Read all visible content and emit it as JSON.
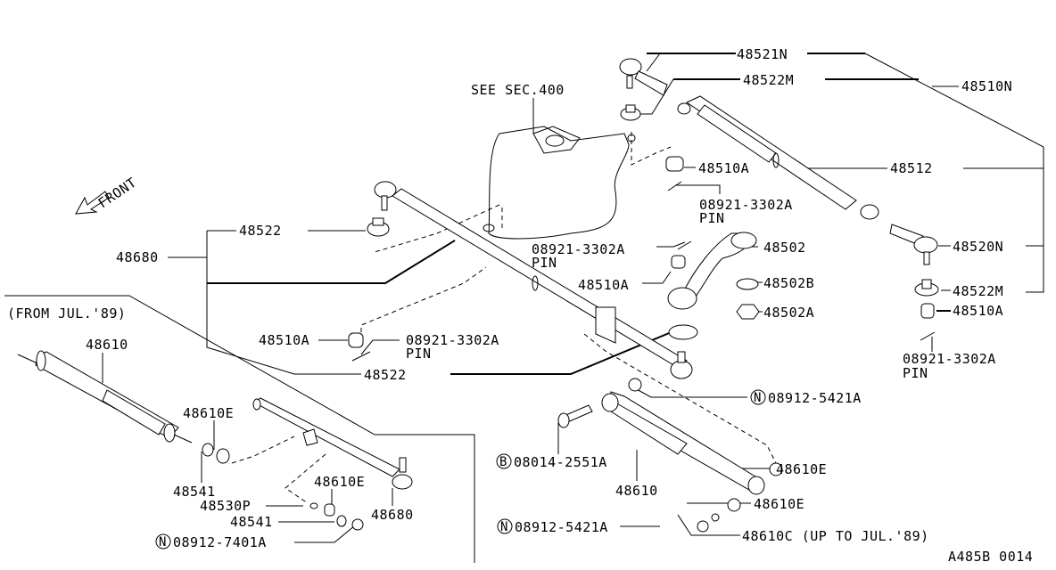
{
  "diagram": {
    "title": "Steering Linkage",
    "figure_code": "A485B 0014",
    "front_indicator": "FRONT",
    "notes": {
      "see_section": "SEE SEC.400",
      "from_jul_89": "(FROM JUL.'89)"
    },
    "labels": {
      "p48521N": "48521N",
      "p48522M_top": "48522M",
      "p48510N": "48510N",
      "p48510A_1": "48510A",
      "p48512": "48512",
      "pin_1_code": "08921-3302A",
      "pin_1_word": "PIN",
      "pin_2_code": "08921-3302A",
      "pin_2_word": "PIN",
      "p48502": "48502",
      "p48520N": "48520N",
      "p48502B": "48502B",
      "p48510A_2": "48510A",
      "p48522M_right": "48522M",
      "p48502A": "48502A",
      "p48510A_3": "48510A",
      "pin_3_code": "08921-3302A",
      "pin_3_word": "PIN",
      "p48522_upper": "48522",
      "p48680_left": "48680",
      "p48510A_4": "48510A",
      "pin_4_code": "08921-3302A",
      "pin_4_word": "PIN",
      "p48522_lower": "48522",
      "nut_5421_upper_prefix": "N",
      "nut_5421_upper": "08912-5421A",
      "p48610_left": "48610",
      "p48610E_a": "48610E",
      "p48541_a": "48541",
      "p48610E_b": "48610E",
      "p48530P": "48530P",
      "p48680_lower": "48680",
      "p48541_b": "48541",
      "nut_7401_prefix": "N",
      "nut_7401": "08912-7401A",
      "bolt_2551_prefix": "B",
      "bolt_2551": "08014-2551A",
      "p48610_right": "48610",
      "p48610E_c": "48610E",
      "p48610E_d": "48610E",
      "nut_5421_lower_prefix": "N",
      "nut_5421_lower": "08912-5421A",
      "p48610C": "48610C (UP TO JUL.'89)"
    }
  }
}
